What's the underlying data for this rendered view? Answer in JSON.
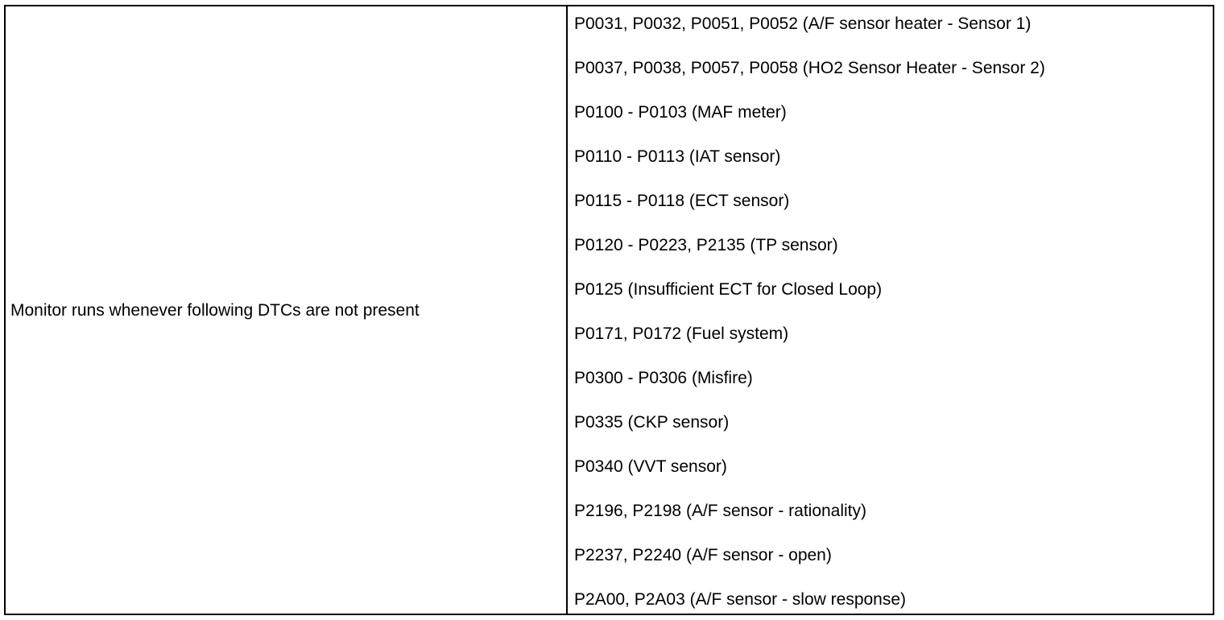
{
  "table": {
    "condition": "Monitor runs whenever following DTCs are not present",
    "dtcs": [
      "P0031, P0032, P0051, P0052 (A/F sensor heater - Sensor 1)",
      "P0037, P0038, P0057, P0058 (HO2 Sensor Heater - Sensor 2)",
      "P0100 - P0103 (MAF meter)",
      "P0110 - P0113 (IAT sensor)",
      "P0115 - P0118 (ECT sensor)",
      "P0120 - P0223, P2135 (TP sensor)",
      "P0125 (Insufficient ECT for Closed Loop)",
      "P0171, P0172 (Fuel system)",
      "P0300 - P0306 (Misfire)",
      "P0335 (CKP sensor)",
      "P0340 (VVT sensor)",
      "P2196, P2198 (A/F sensor - rationality)",
      "P2237, P2240 (A/F sensor - open)",
      "P2A00, P2A03 (A/F sensor - slow response)"
    ]
  }
}
